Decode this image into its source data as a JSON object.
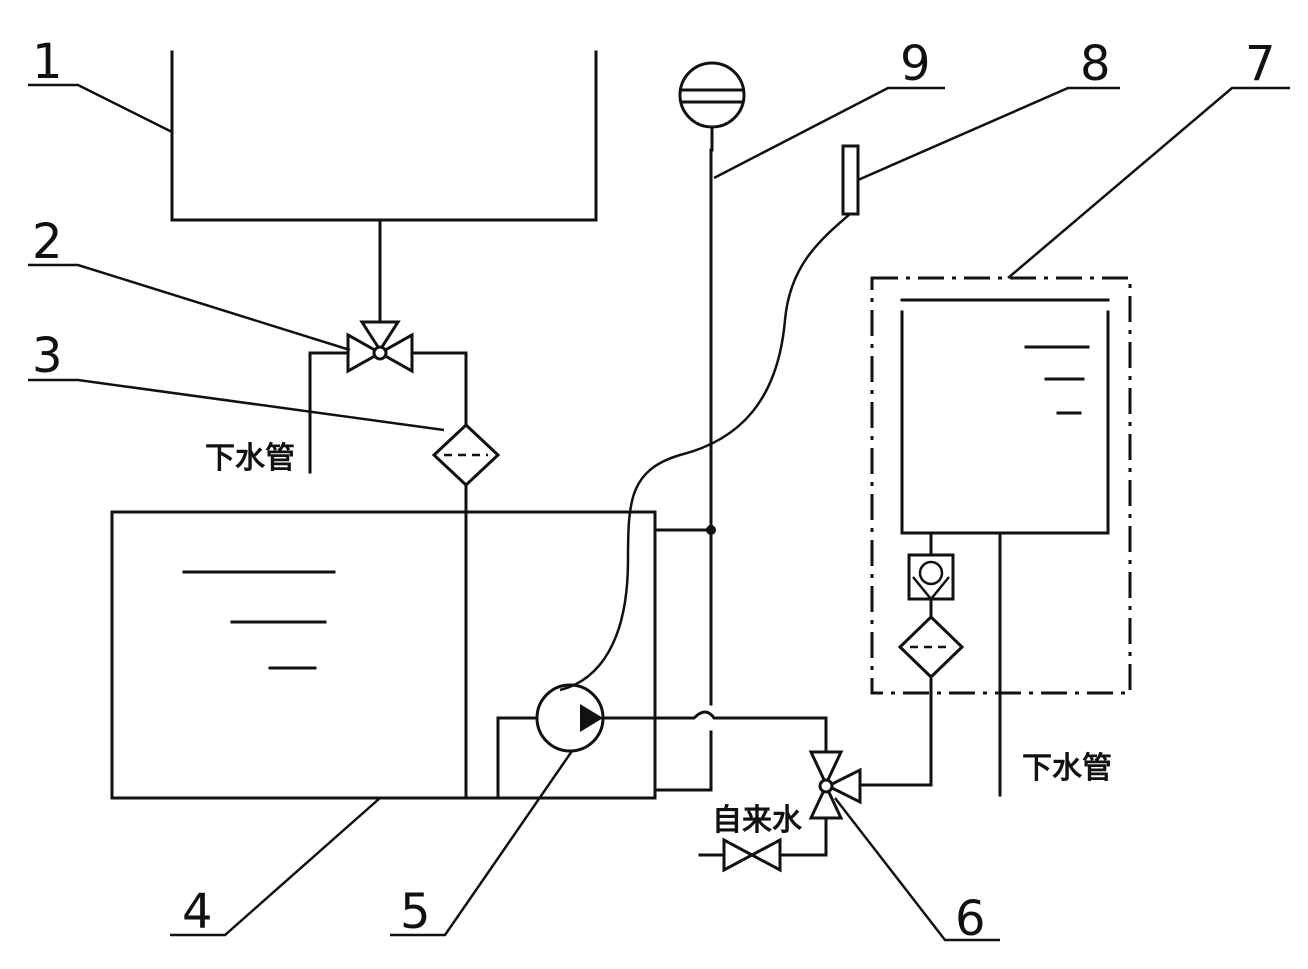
{
  "labels": {
    "n1": "1",
    "n2": "2",
    "n3": "3",
    "n4": "4",
    "n5": "5",
    "n6": "6",
    "n7": "7",
    "n8": "8",
    "n9": "9",
    "drain_left": "下水管",
    "drain_right": "下水管",
    "tap_water": "自来水"
  }
}
